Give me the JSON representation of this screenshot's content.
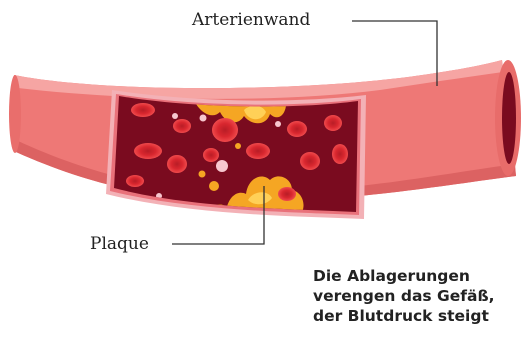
{
  "labels": {
    "wall": "Arterienwand",
    "plaque": "Plaque"
  },
  "caption": {
    "line1": "Die Ablagerungen",
    "line2": "verengen das Gefäß,",
    "line3": "der Blutdruck steigt"
  },
  "colors": {
    "wall": "#ef7a78",
    "wall_highlight": "#f6a3a1",
    "wall_shadow": "#d95c5c",
    "lumen": "#7a0b1f",
    "cut_edge": "#f3b1b6",
    "blood_cell": "#e8353a",
    "blood_cell_center": "#c2222b",
    "plaque": "#f5a623",
    "plaque_light": "#ffd057",
    "white_cell": "#f7c7cf",
    "leader_line": "#333333"
  }
}
